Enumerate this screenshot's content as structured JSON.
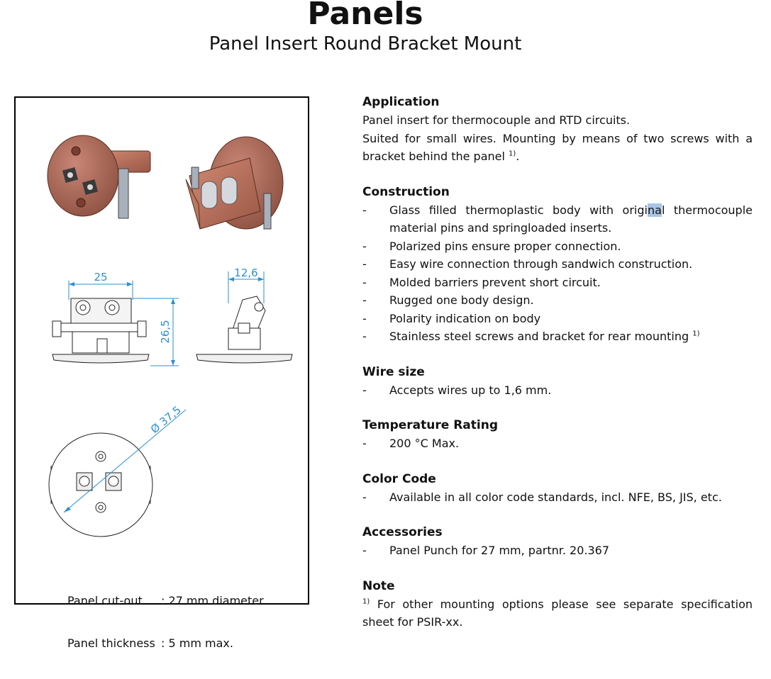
{
  "header": {
    "title": "Panels",
    "subtitle": "Panel Insert Round Bracket Mount"
  },
  "figure": {
    "dimensions": {
      "width": "25",
      "depth": "12,6",
      "height": "26,5",
      "diameter": "Ø 37,5"
    },
    "cutout_label": "Panel cut-out",
    "cutout_value": ": 27 mm diameter",
    "thickness_label": "Panel thickness",
    "thickness_value": ": 5 mm max."
  },
  "colors": {
    "insert_body": "#b86f5c",
    "insert_dark": "#8a4a3a",
    "dimension_line": "#2a8fd6",
    "bracket": "#8e96a3"
  },
  "sections": {
    "application": {
      "heading": "Application",
      "line1": "Panel insert for thermocouple and RTD circuits.",
      "line2": "Suited for small wires. Mounting by means of two screws with a bracket behind the panel",
      "line2_sup": "1)",
      "line2_end": "."
    },
    "construction": {
      "heading": "Construction",
      "item1_a": "Glass filled thermoplastic body with origi",
      "item1_hl": "na",
      "item1_b": "l thermocouple material pins and springloaded inserts.",
      "item2": "Polarized pins ensure proper connection.",
      "item3": "Easy wire connection through sandwich construction.",
      "item4": "Molded barriers prevent short circuit.",
      "item5": "Rugged one body design.",
      "item6": "Polarity indication on body",
      "item7": "Stainless steel screws and bracket for rear mounting",
      "item7_sup": "1)"
    },
    "wire_size": {
      "heading": "Wire size",
      "item1": "Accepts wires up to 1,6 mm."
    },
    "temperature": {
      "heading": "Temperature Rating",
      "item1": "200 °C Max."
    },
    "color_code": {
      "heading": "Color Code",
      "item1": "Available in all color code standards, incl. NFE, BS, JIS, etc."
    },
    "accessories": {
      "heading": "Accessories",
      "item1": "Panel Punch for 27 mm, partnr. 20.367"
    },
    "note": {
      "heading": "Note",
      "sup": "1)",
      "text": " For other mounting options please see separate specification sheet for PSIR-xx."
    }
  }
}
